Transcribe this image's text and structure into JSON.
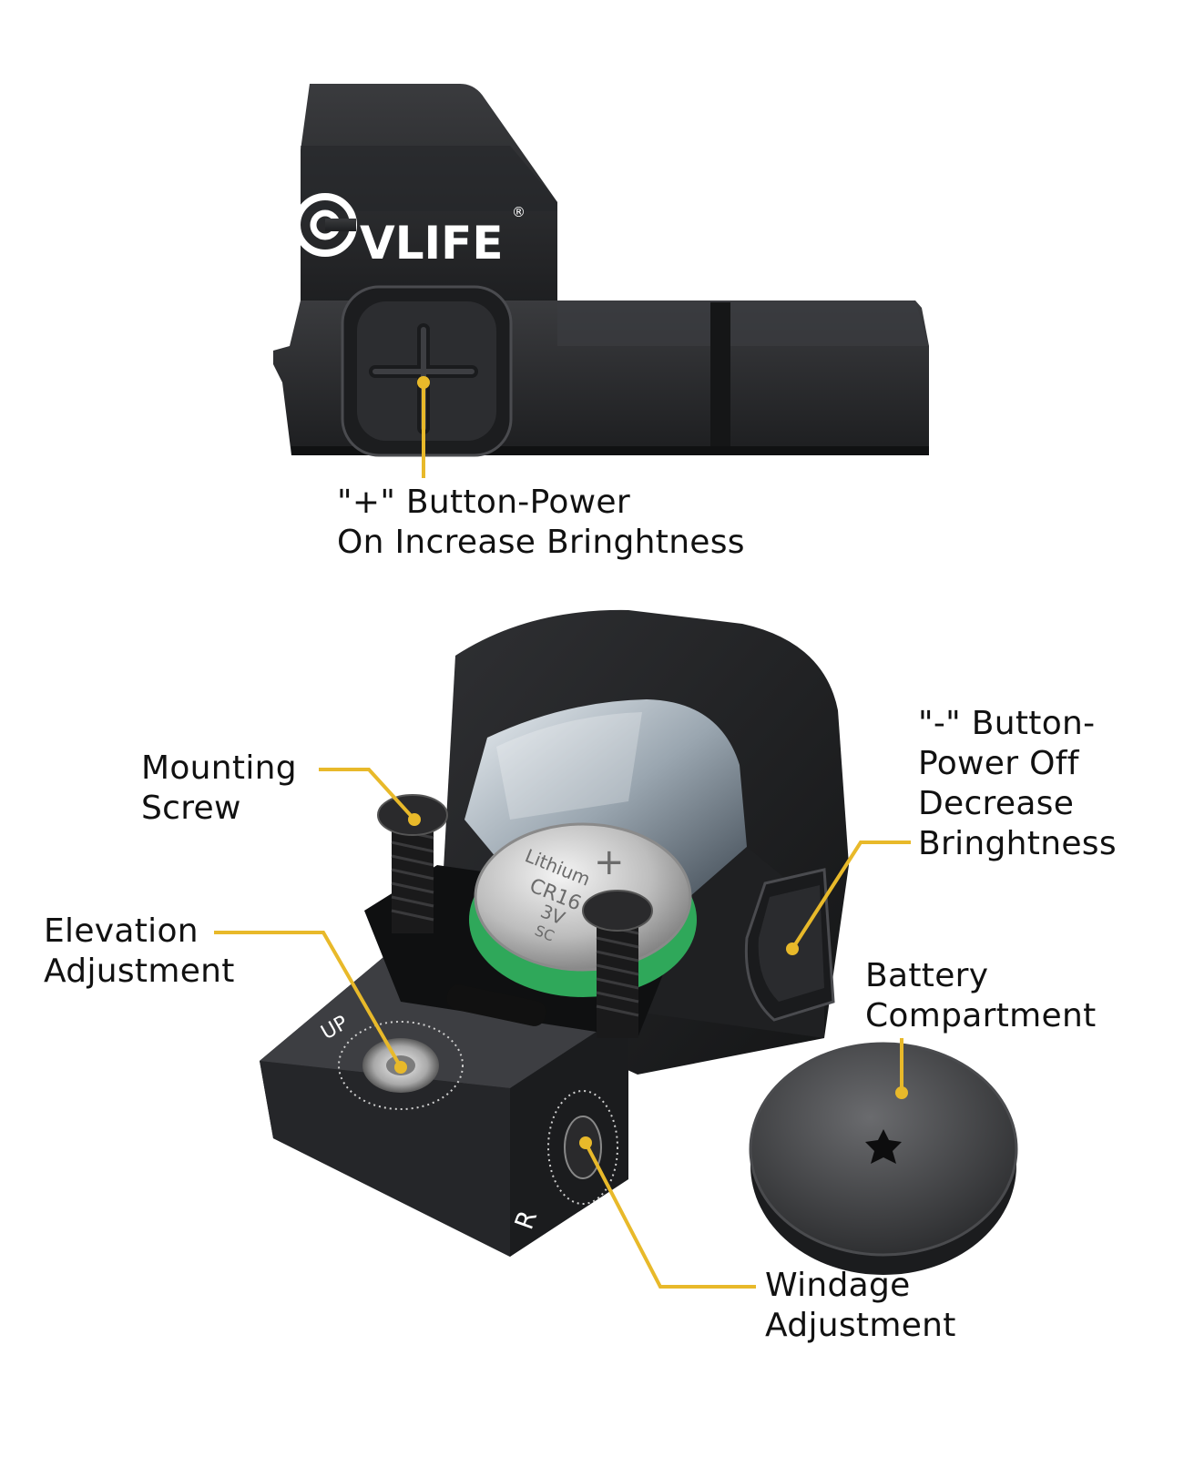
{
  "brand": {
    "name": "VLIFE",
    "registered_mark": "®"
  },
  "battery_print": {
    "brand": "Lithium",
    "model": "CR16",
    "voltage": "3V",
    "code": "SC",
    "polarity": "+"
  },
  "dial_markings": {
    "elevation": "UP",
    "windage": "R"
  },
  "callouts": {
    "plus_button": {
      "line1": "\"+\" Button-Power",
      "line2": "On Increase Bringhtness"
    },
    "minus_button": {
      "line1": "\"-\" Button-",
      "line2": "Power Off",
      "line3": "Decrease",
      "line4": "Bringhtness"
    },
    "mounting_screw": {
      "line1": "Mounting",
      "line2": "Screw"
    },
    "elevation": {
      "line1": "Elevation",
      "line2": "Adjustment"
    },
    "battery_compartment": {
      "line1": "Battery",
      "line2": "Compartment"
    },
    "windage": {
      "line1": "Windage",
      "line2": "Adjustment"
    }
  },
  "colors": {
    "callout_accent": "#E8B92A",
    "body": "#2B2C2E",
    "body_dark": "#17181A",
    "battery_green": "#2FA85A"
  }
}
